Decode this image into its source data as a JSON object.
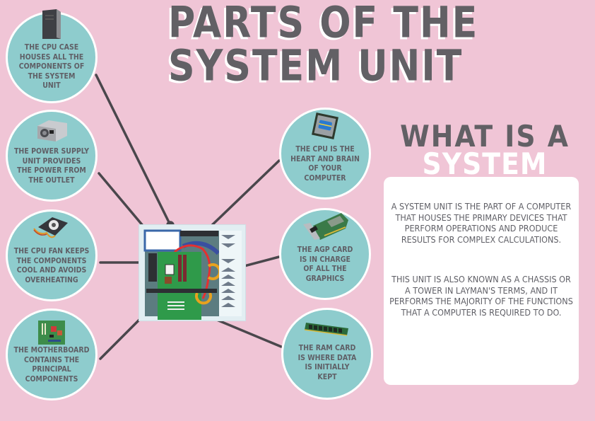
{
  "title": {
    "line1": "PARTS OF THE",
    "line2": "SYSTEM UNIT"
  },
  "colors": {
    "background": "#f0c5d6",
    "circle": "#8ecccd",
    "text_dark": "#626065",
    "card": "#ffffff",
    "connector": "#4a474c"
  },
  "parts": [
    {
      "id": "cpu-case",
      "icon": "tower-case-icon",
      "caption": "THE CPU CASE HOUSES ALL THE COMPONENTS OF THE SYSTEM UNIT",
      "lines": [
        "THE CPU CASE",
        "HOUSES ALL THE",
        "COMPONENTS OF",
        "THE SYSTEM",
        "UNIT"
      ]
    },
    {
      "id": "power-supply",
      "icon": "power-supply-icon",
      "caption": "THE POWER SUPPLY UNIT PROVIDES THE POWER FROM THE OUTLET",
      "lines": [
        "THE POWER SUPPLY",
        "UNIT PROVIDES",
        "THE POWER FROM",
        "THE OUTLET"
      ]
    },
    {
      "id": "cpu-fan",
      "icon": "cpu-fan-icon",
      "caption": "THE CPU FAN KEEPS THE COMPONENTS COOL AND AVOIDS OVERHEATING",
      "lines": [
        "THE CPU FAN KEEPS",
        "THE COMPONENTS",
        "COOL AND AVOIDS",
        "OVERHEATING"
      ]
    },
    {
      "id": "motherboard",
      "icon": "motherboard-icon",
      "caption": "THE MOTHERBOARD CONTAINS THE PRINCIPAL COMPONENTS",
      "lines": [
        "THE MOTHERBOARD",
        "CONTAINS THE",
        "PRINCIPAL",
        "COMPONENTS"
      ]
    },
    {
      "id": "cpu",
      "icon": "cpu-chip-icon",
      "caption": "THE CPU IS THE HEART AND BRAIN OF YOUR COMPUTER",
      "lines": [
        "THE CPU IS THE",
        "HEART AND BRAIN",
        "OF YOUR",
        "COMPUTER"
      ]
    },
    {
      "id": "agp-card",
      "icon": "graphics-card-icon",
      "caption": "THE AGP CARD IS IN CHARGE OF ALL THE GRAPHICS",
      "lines": [
        "THE AGP CARD",
        "IS IN CHARGE",
        "OF ALL THE",
        "GRAPHICS"
      ]
    },
    {
      "id": "ram-card",
      "icon": "ram-stick-icon",
      "caption": "THE RAM CARD IS WHERE DATA IS INITIALLY KEPT",
      "lines": [
        "THE RAM CARD",
        "IS WHERE DATA",
        "IS INITIALLY",
        "KEPT"
      ]
    }
  ],
  "what_is": {
    "heading_line1": "WHAT IS A",
    "heading_line2": "SYSTEM UNIT?",
    "paragraph1": "A SYSTEM UNIT IS THE PART OF A COMPUTER THAT HOUSES THE PRIMARY DEVICES THAT PERFORM OPERATIONS AND PRODUCE RESULTS FOR COMPLEX CALCULATIONS.",
    "paragraph2": "THIS UNIT IS ALSO KNOWN AS A CHASSIS OR A TOWER IN LAYMAN'S TERMS, AND IT PERFORMS THE MAJORITY OF THE FUNCTIONS THAT A COMPUTER IS REQUIRED TO DO."
  },
  "illustration": {
    "name": "open-system-unit-illustration"
  }
}
